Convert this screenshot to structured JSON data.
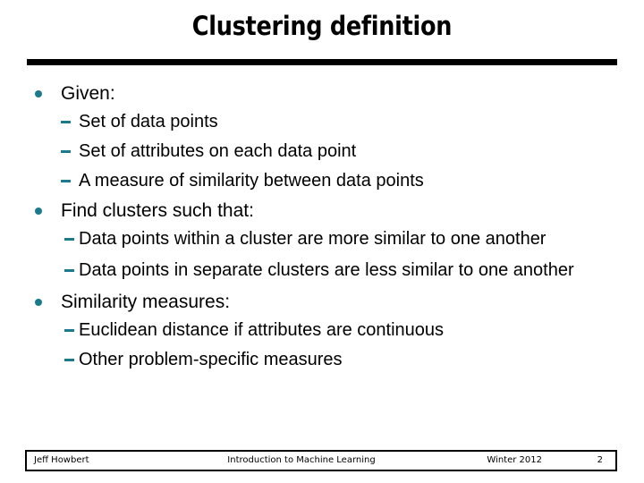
{
  "slide": {
    "title": "Clustering definition",
    "accent_color": "#1b7b8c",
    "rule_color": "#000000",
    "background": "#ffffff"
  },
  "content": {
    "groups": [
      {
        "heading": "Given:",
        "items": [
          "Set of data points",
          "Set of attributes on each data point",
          "A measure of similarity between data points"
        ]
      },
      {
        "heading": "Find clusters such that:",
        "items": [
          "Data points within a cluster are more similar to one another",
          "Data points in separate clusters are less similar to one another"
        ]
      },
      {
        "heading": "Similarity measures:",
        "items": [
          "Euclidean distance if attributes are continuous",
          "Other problem-specific measures"
        ]
      }
    ]
  },
  "footer": {
    "author": "Jeff Howbert",
    "course": "Introduction to Machine Learning",
    "term": "Winter 2012",
    "page": "2"
  }
}
